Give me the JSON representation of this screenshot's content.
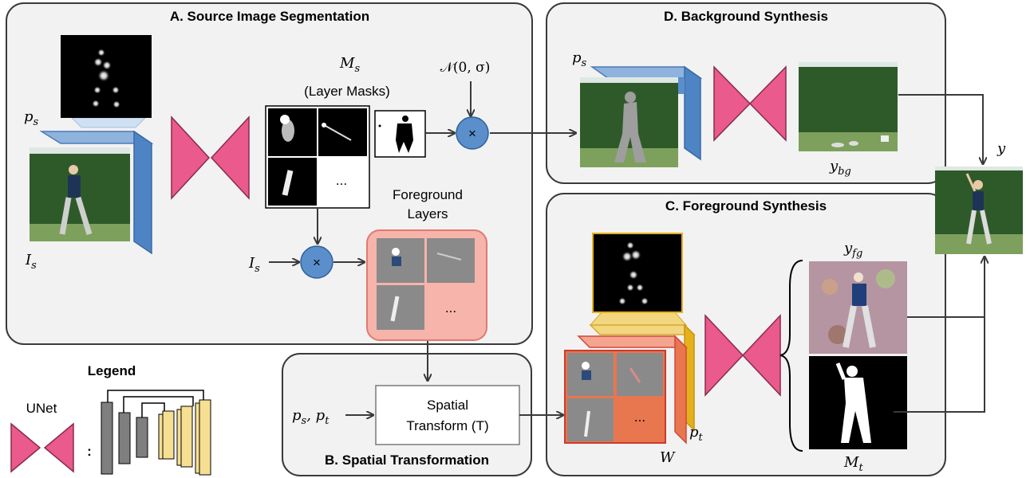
{
  "panels": {
    "a": "A. Source Image Segmentation",
    "b": "B. Spatial Transformation",
    "c": "C. Foreground Synthesis",
    "d": "D. Background Synthesis"
  },
  "legend": {
    "title": "Legend",
    "unet": "UNet",
    "colon": ":"
  },
  "labels": {
    "layer_masks": "(Layer Masks)",
    "foreground_line1": "Foreground",
    "foreground_line2": "Layers",
    "spatial_line1": "Spatial",
    "spatial_line2": "Transform (T)",
    "ellipsis": "...",
    "multiply": "×",
    "noise": "𝒩(0, σ)"
  },
  "math": {
    "ps": {
      "base": "p",
      "sub": "s"
    },
    "is": {
      "base": "I",
      "sub": "s"
    },
    "ms": {
      "base": "M",
      "sub": "s"
    },
    "pt": {
      "base": "p",
      "sub": "t"
    },
    "w": "W",
    "y": "y",
    "ybg": {
      "base": "y",
      "sub": "bg"
    },
    "yfg": {
      "base": "y",
      "sub": "fg"
    },
    "mt": {
      "base": "M",
      "sub": "t"
    }
  },
  "colors": {
    "unet": "#ea5a8c",
    "plate_blue": "#5b8fcc",
    "plate_orange": "#e8764f",
    "plate_yellow": "#e4b11c",
    "fg_layers": "#f6b4ab",
    "circle": "#5b8fcc",
    "panel_bg": "#f2f2f2"
  }
}
